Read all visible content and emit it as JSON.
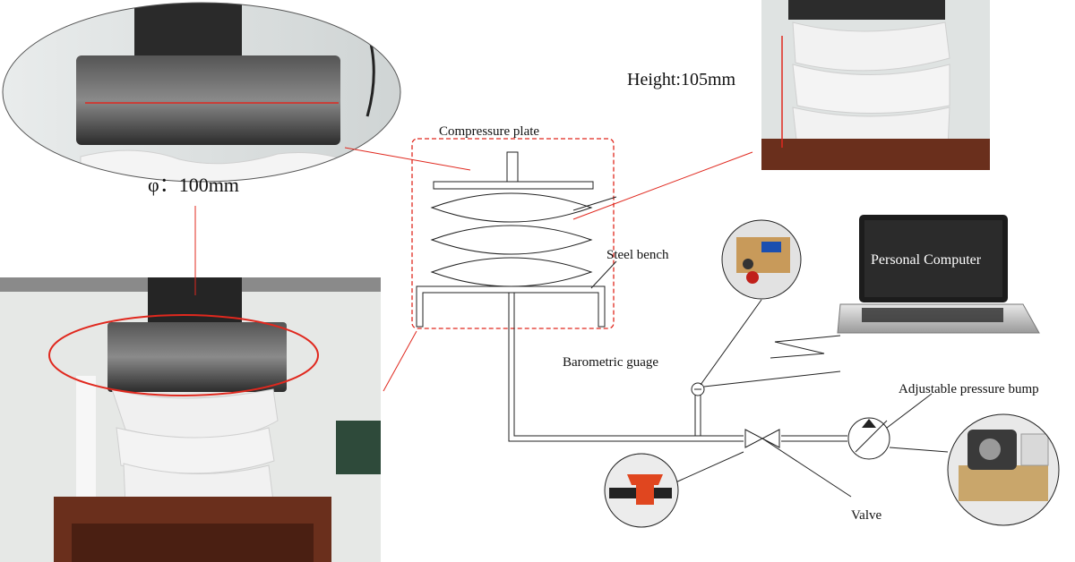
{
  "labels": {
    "diameter": "φ：100mm",
    "height": "Height:105mm",
    "compressure_plate": "Compressure plate",
    "steel_bench": "Steel bench",
    "barometric_guage": "Barometric guage",
    "personal_computer": "Personal Computer",
    "adjustable_pressure_bump": "Adjustable pressure bump",
    "valve": "Valve"
  },
  "colors": {
    "annotation_red": "#e0281e",
    "height_text": "#e0281e",
    "line": "#222222",
    "steel": "#3a3a3a",
    "bag_white": "#f2f2f2",
    "rust": "#6a2f1c",
    "screen": "#2b2b2b",
    "valve_red": "#e0461f"
  }
}
